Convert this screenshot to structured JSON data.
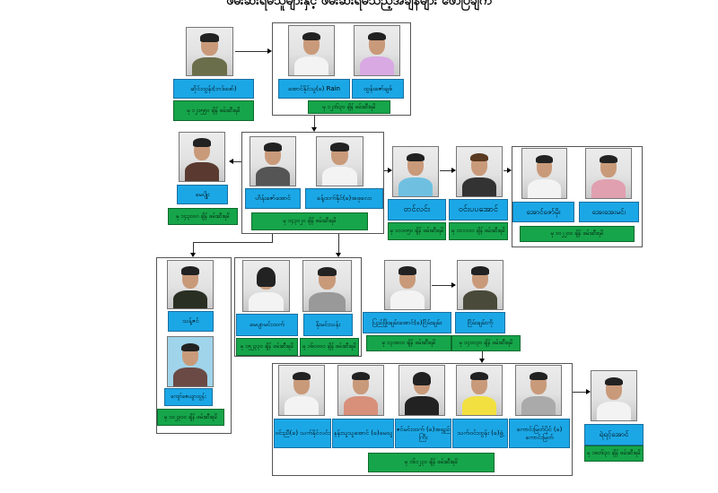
{
  "title": "ဖမ်းဆီးရမိသူများနှင့် ဖမ်းဆီးရမိသည့်အချိန်များ ဖော်ပြချက်",
  "persons": [
    {
      "name": "ဆိုင်းထွန်း(ဘဒ်ဖော်)",
      "time": "မှ ၁၂၁၅၅၀ ချိန် ဖမ်းဆီးရမိ"
    },
    {
      "name": "အောင်နိုင်သူ(ခ) Rain",
      "time": ""
    },
    {
      "name": "ထွန်းဇော်ချစ်",
      "time": ""
    },
    {
      "name": "မေပျိုး",
      "time": "မှ ၁၄၃၀၀၀ ချိန် ဖမ်းဆီးရမိ"
    },
    {
      "name": "ဟိန်းဇော်အောင်",
      "time": ""
    },
    {
      "name": "ခန့်ထက်နိုင်(ခ)အဖုလေး",
      "time": ""
    },
    {
      "name": "တင်လင်း",
      "time": "မှ ၁၀၁၀၅၀ ချိန် ဖမ်းဆီးရမိ"
    },
    {
      "name": "ဝင်းပပအောင်",
      "time": "မှ ၁၀၁၁၁၀ ချိန် ဖမ်းဆီးရမိ"
    },
    {
      "name": "အောင်ဇော်မိုး",
      "time": ""
    },
    {
      "name": "အေးအေးမင်း",
      "time": ""
    },
    {
      "name": "သန့်ဇင်",
      "time": ""
    },
    {
      "name": "ကျော်ဇေယျာထွန်း",
      "time": "မှ ၁၀၂၃၀၀ ချိန် ဖမ်းဆီးရမိ"
    },
    {
      "name": "မေပျာမင်းထက်",
      "time": "မှ ၁၅၂၃၃၀ ချိန် ဖမ်းဆီးရမိ"
    },
    {
      "name": "နိုးမင်းသန်း",
      "time": "မှ ၁၆၀၀၀၀ ချိန် ဖမ်းဆီးရမိ"
    },
    {
      "name": "ပြည်ဖြိုးချမ်းအောင်(ခ)ငြိမ်းချမ်း",
      "time": "မှ ၁၃၁၈၀၀ ချိန် ဖမ်းဆီးရမိ"
    },
    {
      "name": "ငြိမ်းချမ်းကို",
      "time": "မှ ၁၄၀၀၃၀ ချိန် ဖမ်းဆီးရမိ"
    },
    {
      "name": "ဝင်းညီ(ခ) သက်နိုင်လင်း",
      "time": ""
    },
    {
      "name": "နန်းသူသူအောင် (ခ)မေသူ",
      "time": ""
    },
    {
      "name": "ဇင်မင်းထက် (ခ)အရှည်ကြီး",
      "time": ""
    },
    {
      "name": "သက်ဝင်းထွန်း (ခ)ဖွဲ့",
      "time": ""
    },
    {
      "name": "ကောင်းမြတ်ပိုင် (ခ) ကောင်းမြတ်",
      "time": ""
    },
    {
      "name": "ရဲရင့်အောင်",
      "time": "မှ ၁၈၀၆၃၀ ချိန် ဖမ်းဆီးရမိ"
    }
  ],
  "group_times": {
    "g1": "မှ ၁၂၁၆၃၀ ချိန် ဖမ်းဆီးရမိ",
    "g2": "မှ ၁၄၃၀၂၀ ချိန် ဖမ်းဆီးရမိ",
    "g3": "မှ ၁၀၂၂၀၀ ချိန် ဖမ်းဆီးရမိ",
    "g4": "မှ ၁၆၁၂၃၀ ချိန် ဖမ်းဆီးရမိ"
  },
  "colors": {
    "name_bg": "#1ba7e6",
    "time_bg": "#16a54a"
  }
}
